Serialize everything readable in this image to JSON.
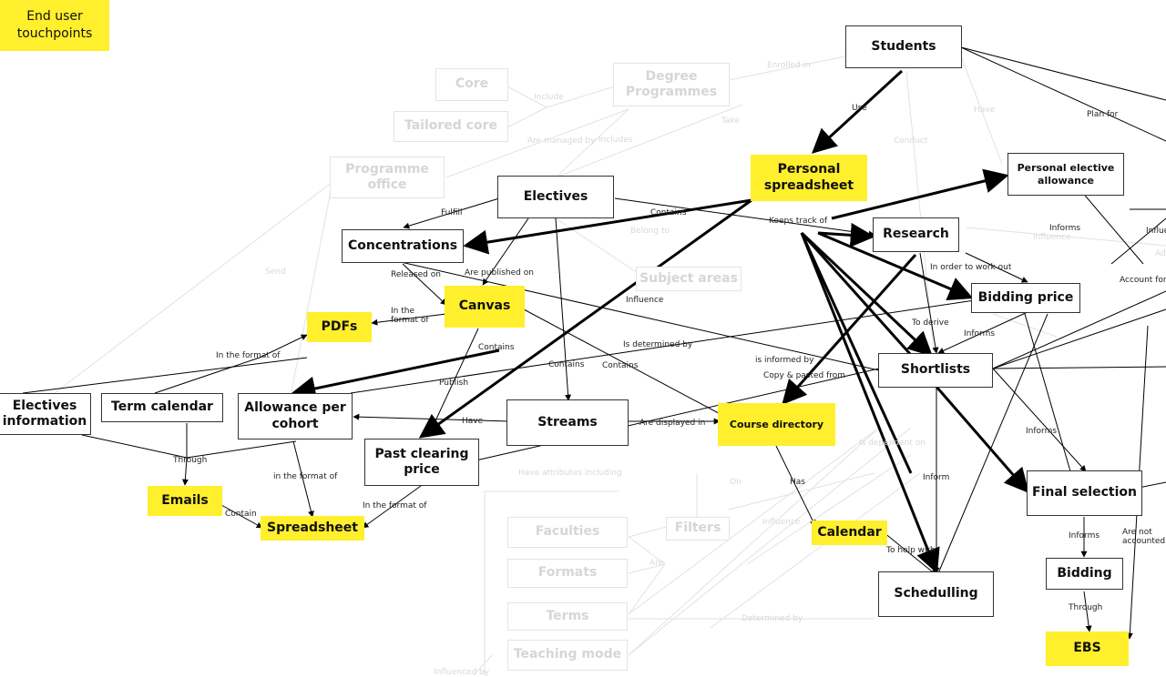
{
  "legend": {
    "text": "End user touchpoints",
    "color": "#ffef2c"
  },
  "colors": {
    "highlight": "#ffef2c",
    "edge": "#000000",
    "faded": "#e2e2e2"
  },
  "nodes": {
    "students": "Students",
    "personal_spreadsheet": "Personal spreadsheet",
    "personal_elective_allowance": "Personal elective allowance",
    "electives": "Electives",
    "concentrations": "Concentrations",
    "research": "Research",
    "bidding_price": "Bidding price",
    "canvas": "Canvas",
    "pdfs": "PDFs",
    "shortlists": "Shortlists",
    "electives_information": "Electives information",
    "term_calendar": "Term calendar",
    "allowance_per_cohort": "Allowance per cohort",
    "streams": "Streams",
    "course_directory": "Course directory",
    "past_clearing_price": "Past clearing price",
    "final_selection": "Final selection",
    "emails": "Emails",
    "spreadsheet": "Spreadsheet",
    "calendar": "Calendar",
    "schedulling": "Schedulling",
    "bidding": "Bidding",
    "ebs": "EBS"
  },
  "faded_nodes": {
    "core": "Core",
    "degree_programmes": "Degree Programmes",
    "tailored_core": "Tailored core",
    "programme_office": "Programme office",
    "subject_areas": "Subject areas",
    "faculties": "Faculties",
    "filters": "Filters",
    "formats": "Formats",
    "terms": "Terms",
    "teaching_mode": "Teaching mode"
  },
  "edge_labels": {
    "use": "Use",
    "plan_for": "Plan for",
    "fulfill": "Fulfill",
    "contains_1": "Contains",
    "keeps_track_of": "Keeps track of",
    "informs_1": "Informs",
    "released_on": "Released on",
    "are_published_on": "Are published on",
    "in_order_to_work_out": "In order to work out",
    "account_for": "Account for",
    "influence": "Influence",
    "in_the_format_of_1": "In the format of",
    "to_derive": "To derive",
    "informs_2": "Informs",
    "is_determined_by": "Is determined by",
    "is_informed_by": "is informed by",
    "copy_pasted_from": "Copy & pasted from",
    "in_the_format_of_2": "In the format of",
    "contains_2": "Contains",
    "contains_3": "Contains",
    "contains_4": "Contains",
    "publish": "Publish",
    "have": "Have",
    "are_displayed_in": "Are displayed in",
    "informs_3": "Informs",
    "through_1": "Through",
    "in_the_format_of_3": "in the format of",
    "has": "Has",
    "inform": "Inform",
    "informs_4": "Informs",
    "are_not_accounted": "Are not accounted",
    "contain": "Contain",
    "in_the_format_of_4": "In the format of",
    "to_help_with": "To help with",
    "through_2": "Through",
    "influe": "Influe"
  },
  "faded_edge_labels": {
    "enrolled_in": "Enrolled in",
    "include_1": "Include",
    "take": "Take",
    "have": "Have",
    "are_managed_by": "Are managed by",
    "includes": "Includes",
    "conduct": "Conduct",
    "send": "Send",
    "belong_to": "Belong to",
    "influence_1": "Influence",
    "is_dependent_on": "Is dependent on",
    "have_attributes_including": "Have attributes including",
    "on": "On",
    "influence_2": "Influence",
    "are": "Are",
    "determined_by": "Determined by",
    "influenced_by": "Influenced by",
    "ad": "Ad"
  }
}
